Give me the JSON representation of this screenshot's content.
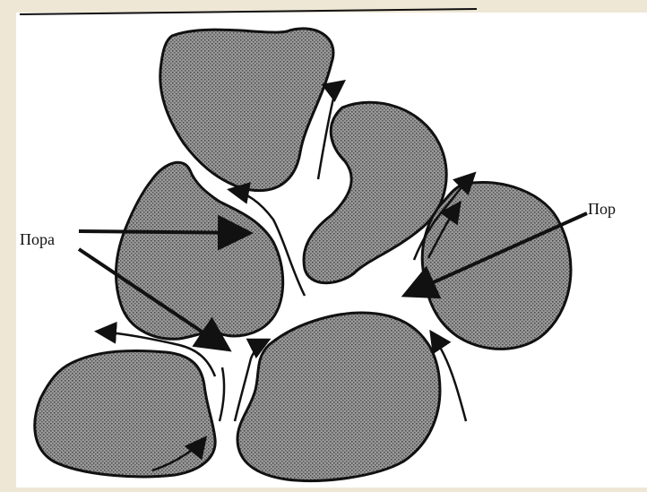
{
  "diagram": {
    "labels": {
      "pore_left": "Пора",
      "pore_right": "Пор"
    },
    "colors": {
      "background": "#efe7d6",
      "panel": "#ffffff",
      "grain_fill": "#8c8c8c",
      "outline": "#111111"
    },
    "elements": [
      "soil-grain",
      "water-flow-arrow",
      "pore-pointer-arrow"
    ]
  }
}
